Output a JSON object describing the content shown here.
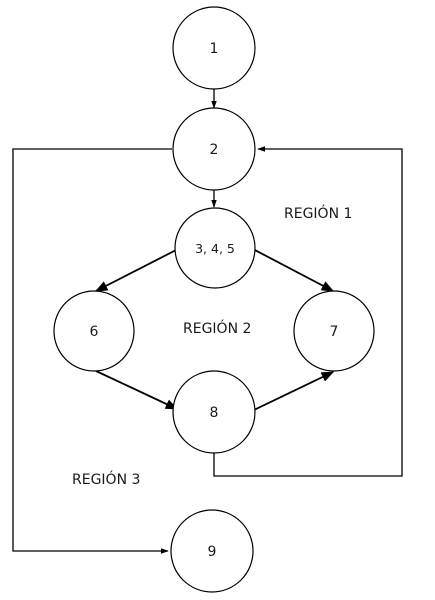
{
  "nodes": {
    "n1": "1",
    "n2": "2",
    "n345": "3, 4, 5",
    "n6": "6",
    "n7": "7",
    "n8": "8",
    "n9": "9"
  },
  "regions": {
    "r1": "REGIÓN 1",
    "r2": "REGIÓN 2",
    "r3": "REGIÓN 3"
  }
}
